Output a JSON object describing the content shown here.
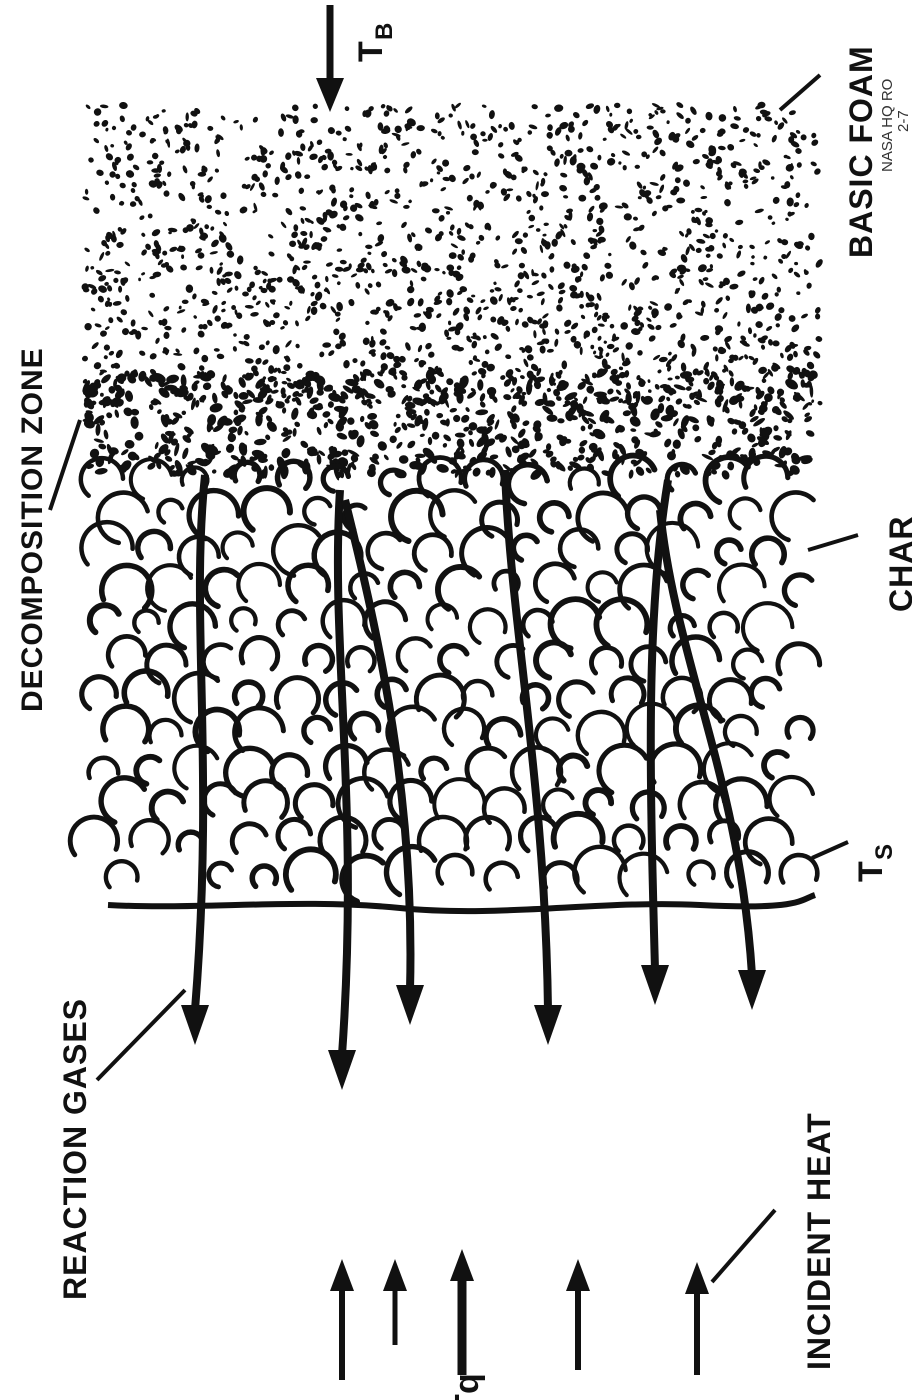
{
  "labels": {
    "decomposition_zone": "DECOMPOSITION ZONE",
    "basic_foam": "BASIC FOAM",
    "char": "CHAR",
    "reaction_gases": "REACTION GASES",
    "incident_heat": "INCIDENT HEAT",
    "t_b": "T",
    "t_b_sub": "B",
    "t_s": "T",
    "t_s_sub": "S",
    "q_dot": "q",
    "q_dot_mark": "˙"
  },
  "source_note": {
    "line1": "NASA HQ RO",
    "line2": "2-7"
  },
  "colors": {
    "ink": "#111111",
    "background": "#ffffff"
  }
}
